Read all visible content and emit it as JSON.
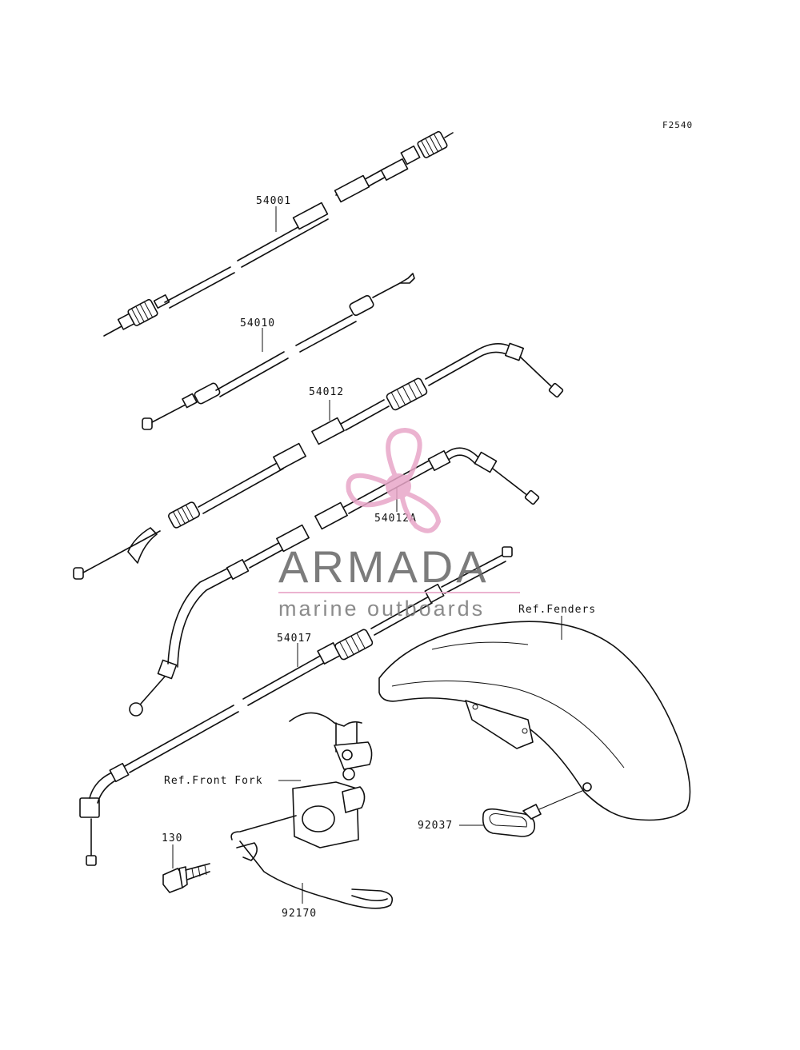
{
  "figure_id": "F2540",
  "parts": [
    {
      "id": "54001"
    },
    {
      "id": "54010"
    },
    {
      "id": "54012"
    },
    {
      "id": "54012A"
    },
    {
      "id": "54017"
    },
    {
      "id": "130"
    },
    {
      "id": "92170"
    },
    {
      "id": "92037"
    }
  ],
  "references": {
    "fenders": "Ref.Fenders",
    "front_fork": "Ref.Front Fork"
  },
  "watermark": {
    "brand": "ARMADA",
    "tagline": "marine outboards",
    "brand_color": "#666666",
    "accent_color": "#e8a6c8"
  }
}
